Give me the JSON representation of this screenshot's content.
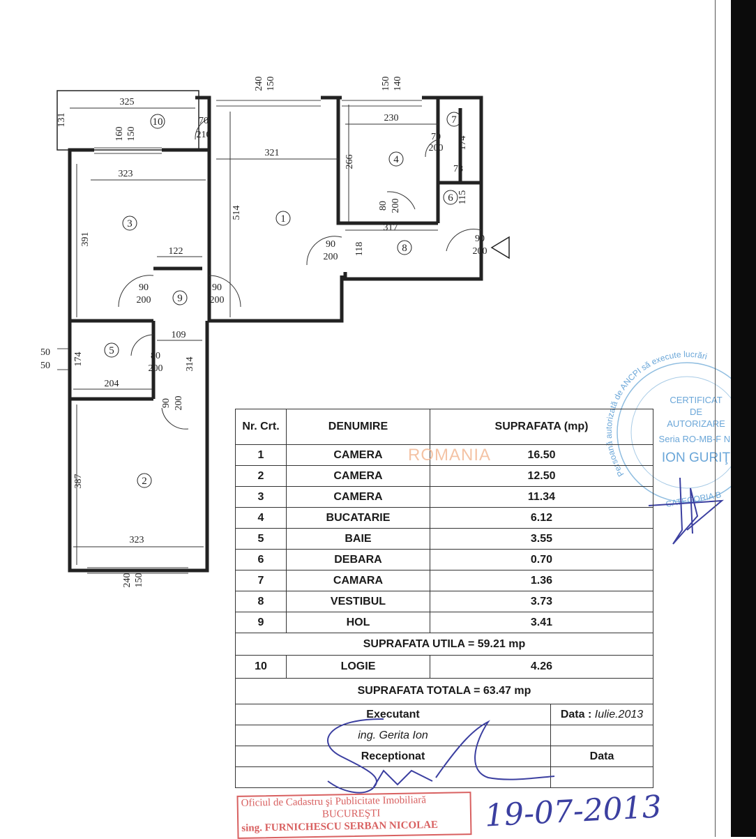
{
  "plan": {
    "rooms": [
      "1",
      "2",
      "3",
      "4",
      "5",
      "6",
      "7",
      "8",
      "9",
      "10"
    ],
    "dims": [
      "325",
      "131",
      "160",
      "150",
      "240",
      "150",
      "150",
      "140",
      "70",
      "210",
      "230",
      "70",
      "200",
      "174",
      "78",
      "321",
      "323",
      "266",
      "115",
      "80",
      "200",
      "317",
      "514",
      "391",
      "90",
      "200",
      "118",
      "90",
      "200",
      "122",
      "90",
      "200",
      "90",
      "200",
      "109",
      "50",
      "50",
      "174",
      "80",
      "200",
      "314",
      "204",
      "90",
      "200",
      "387",
      "323",
      "240",
      "150"
    ]
  },
  "table": {
    "headers": [
      "Nr. Crt.",
      "DENUMIRE",
      "SUPRAFATA (mp)"
    ],
    "rows": [
      {
        "nr": "1",
        "name": "CAMERA",
        "area": "16.50"
      },
      {
        "nr": "2",
        "name": "CAMERA",
        "area": "12.50"
      },
      {
        "nr": "3",
        "name": "CAMERA",
        "area": "11.34"
      },
      {
        "nr": "4",
        "name": "BUCATARIE",
        "area": "6.12"
      },
      {
        "nr": "5",
        "name": "BAIE",
        "area": "3.55"
      },
      {
        "nr": "6",
        "name": "DEBARA",
        "area": "0.70"
      },
      {
        "nr": "7",
        "name": "CAMARA",
        "area": "1.36"
      },
      {
        "nr": "8",
        "name": "VESTIBUL",
        "area": "3.73"
      },
      {
        "nr": "9",
        "name": "HOL",
        "area": "3.41"
      }
    ],
    "utila": "SUPRAFATA UTILA = 59.21 mp",
    "logie": {
      "nr": "10",
      "name": "LOGIE",
      "area": "4.26"
    },
    "totala": "SUPRAFATA TOTALA = 63.47 mp",
    "executant_label": "Executant",
    "data_label": "Data :",
    "data_value": "Iulie.2013",
    "executant_name": "ing. Gerita Ion",
    "receptionat_label": "Receptionat",
    "data2_label": "Data"
  },
  "watermark": "ROMANIA",
  "red_stamp": {
    "line1": "Oficiul de Cadastru şi Publicitate Imobiliară",
    "line2": "BUCUREŞTI",
    "line3": "sing. FURNICHESCU SERBAN NICOLAE"
  },
  "blue_stamp": {
    "ring": "Persoană autorizată de ANCPI să execute lucrări",
    "line1": "CERTIFICAT",
    "line2": "DE",
    "line3": "AUTORIZARE",
    "line4": "Seria RO-MB-F Nr",
    "line5": "ION GURIŢ",
    "bottom": "CATEGORIA B"
  },
  "handwritten_date": "19-07-2013",
  "colors": {
    "ink": "#1a1a1a",
    "red_stamp": "#d86060",
    "blue_stamp": "#6aa6d8",
    "signature": "#3b3fa0"
  }
}
